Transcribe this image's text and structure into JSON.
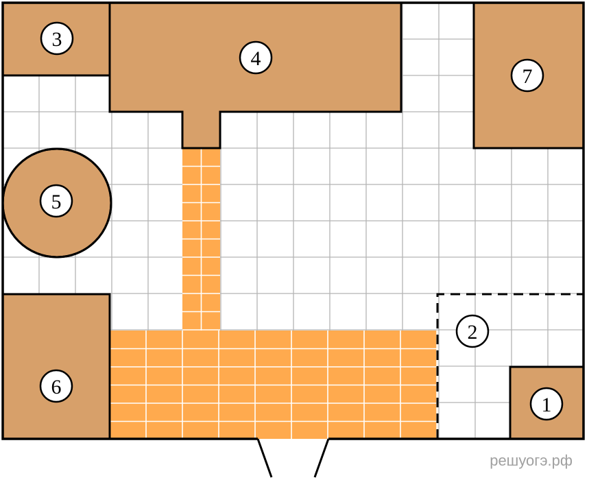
{
  "plan": {
    "labels": {
      "one": "1",
      "two": "2",
      "three": "3",
      "four": "4",
      "five": "5",
      "six": "6",
      "seven": "7"
    },
    "watermark": "решуогэ.рф",
    "colors": {
      "building": "#D7A06A",
      "path_tiles": "#FFAA4E",
      "grid": "#B4B4B4",
      "outline": "#000000",
      "background": "#FFFFFF",
      "watermark": "#A0A0A0"
    }
  }
}
